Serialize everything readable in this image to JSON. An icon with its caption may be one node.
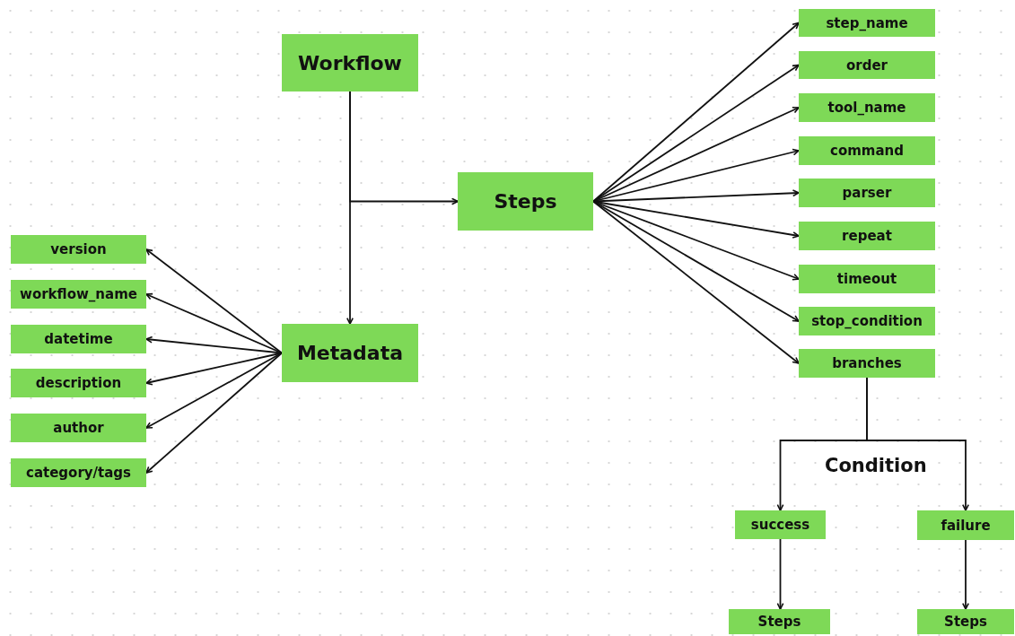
{
  "diagram": {
    "nodes": [
      {
        "text": [
          "Workflow"
        ]
      },
      {
        "text": [
          "Steps"
        ]
      },
      {
        "text": [
          "Metadata"
        ]
      },
      {
        "text": [
          "version"
        ]
      },
      {
        "text": [
          "workflow_name"
        ]
      },
      {
        "text": [
          "datetime"
        ]
      },
      {
        "text": [
          "description"
        ]
      },
      {
        "text": [
          "author"
        ]
      },
      {
        "text": [
          "category/tags"
        ]
      },
      {
        "text": [
          "step_name"
        ]
      },
      {
        "text": [
          "order"
        ]
      },
      {
        "text": [
          "tool_name"
        ]
      },
      {
        "text": [
          "command"
        ]
      },
      {
        "text": [
          "parser"
        ]
      },
      {
        "text": [
          "repeat"
        ]
      },
      {
        "text": [
          "timeout"
        ]
      },
      {
        "text": [
          "stop_condition"
        ]
      },
      {
        "text": [
          "branches"
        ]
      },
      {
        "text": [
          "success"
        ]
      },
      {
        "text": [
          "failure"
        ]
      },
      {
        "text": [
          "Steps"
        ]
      },
      {
        "text": [
          "Steps"
        ]
      }
    ],
    "edges": [
      {
        "from": 0,
        "to": 2,
        "arrow": "to"
      },
      {
        "from": 0,
        "to": 1,
        "arrow": "to"
      },
      {
        "from": 2,
        "to": 3,
        "arrow": "to"
      },
      {
        "from": 2,
        "to": 4,
        "arrow": "to"
      },
      {
        "from": 2,
        "to": 5,
        "arrow": "to"
      },
      {
        "from": 2,
        "to": 6,
        "arrow": "to"
      },
      {
        "from": 2,
        "to": 7,
        "arrow": "to"
      },
      {
        "from": 2,
        "to": 8,
        "arrow": "to"
      },
      {
        "from": 1,
        "to": 9,
        "arrow": "to"
      },
      {
        "from": 1,
        "to": 10,
        "arrow": "to"
      },
      {
        "from": 1,
        "to": 11,
        "arrow": "to"
      },
      {
        "from": 1,
        "to": 12,
        "arrow": "to"
      },
      {
        "from": 1,
        "to": 13,
        "arrow": "to"
      },
      {
        "from": 1,
        "to": 14,
        "arrow": "to"
      },
      {
        "from": 1,
        "to": 15,
        "arrow": "to"
      },
      {
        "from": 1,
        "to": 16,
        "arrow": "to"
      },
      {
        "from": 1,
        "to": 17,
        "arrow": "to"
      },
      {
        "from": 17,
        "to": 18,
        "arrow": "to"
      },
      {
        "from": 17,
        "to": 19,
        "arrow": "to"
      },
      {
        "from": 18,
        "to": 20,
        "arrow": "to"
      },
      {
        "from": 19,
        "to": 21,
        "arrow": "to"
      }
    ],
    "labels": [
      "Condition"
    ]
  }
}
